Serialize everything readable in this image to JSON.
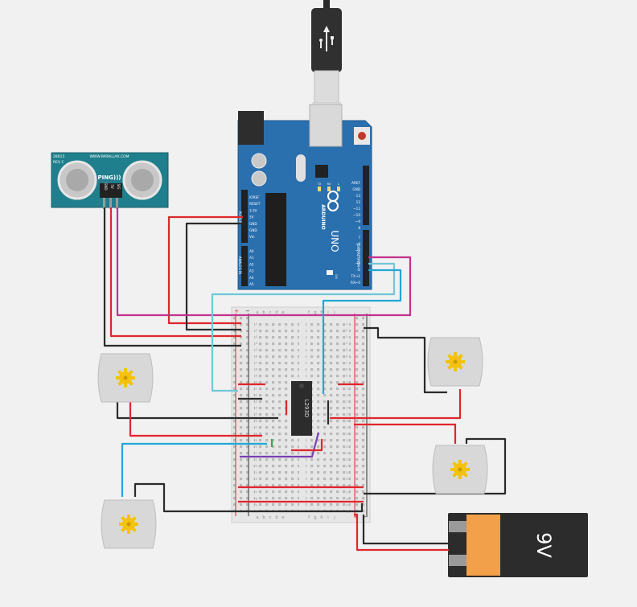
{
  "colors": {
    "background": "#f1f1f1",
    "arduino_blue": "#2a6fae",
    "sensor_teal": "#1f7f8c",
    "wire_red": "#e0262b",
    "wire_black": "#2b2b2b",
    "wire_magenta": "#c3318f",
    "wire_cyan": "#22a6d8",
    "wire_lightblue": "#6fc7d9",
    "wire_green": "#33a845",
    "wire_purple": "#7a3fb0",
    "battery_orange": "#f2a049",
    "battery_black": "#2c2c2c",
    "motor_gray": "#d8d8d8",
    "gear_yellow": "#f4c20d"
  },
  "usb": {
    "icon": "usb-icon"
  },
  "arduino": {
    "logo_text": "ARDUINO",
    "model": "UNO",
    "power_header": [
      "IOREF",
      "RESET",
      "3.3V",
      "5V",
      "GND",
      "GND",
      "Vin"
    ],
    "power_label": "POWER",
    "analog_header": [
      "A0",
      "A1",
      "A2",
      "A3",
      "A4",
      "A5"
    ],
    "analog_label": "ANALOG IN",
    "digital_top": [
      "AREF",
      "GND",
      "13",
      "12",
      "~11",
      "~10",
      "~9",
      "8"
    ],
    "digital_bottom": [
      "7",
      "~6",
      "~5",
      "4",
      "~3",
      "2",
      "TX→1",
      "RX←0"
    ],
    "digital_label": "DIGITAL (PWM~)",
    "leds": [
      "TX",
      "RX",
      "L"
    ],
    "on_label": "ON"
  },
  "sensor": {
    "model": "28015",
    "rev": "REV C",
    "url": "WWW.PARALLAX.COM",
    "brand": "PING)))",
    "pins": [
      "GND",
      "5V",
      "SIG"
    ]
  },
  "breadboard": {
    "col_letters_left": [
      "a",
      "b",
      "c",
      "d",
      "e"
    ],
    "col_letters_right": [
      "f",
      "g",
      "h",
      "i",
      "j"
    ],
    "rail_plus": "+",
    "rail_minus": "−",
    "rows": [
      "1",
      "2",
      "3",
      "4",
      "5",
      "6",
      "7",
      "8",
      "9",
      "10",
      "11",
      "12",
      "13",
      "14",
      "15",
      "16",
      "17",
      "18",
      "19",
      "20",
      "21",
      "22",
      "23",
      "24",
      "25",
      "26",
      "27",
      "28",
      "29",
      "30"
    ]
  },
  "ic": {
    "label": "L293D"
  },
  "battery": {
    "label": "9V"
  },
  "motors": [
    {
      "name": "motor-top-left"
    },
    {
      "name": "motor-top-right"
    },
    {
      "name": "motor-middle-right"
    },
    {
      "name": "motor-bottom-left"
    }
  ]
}
